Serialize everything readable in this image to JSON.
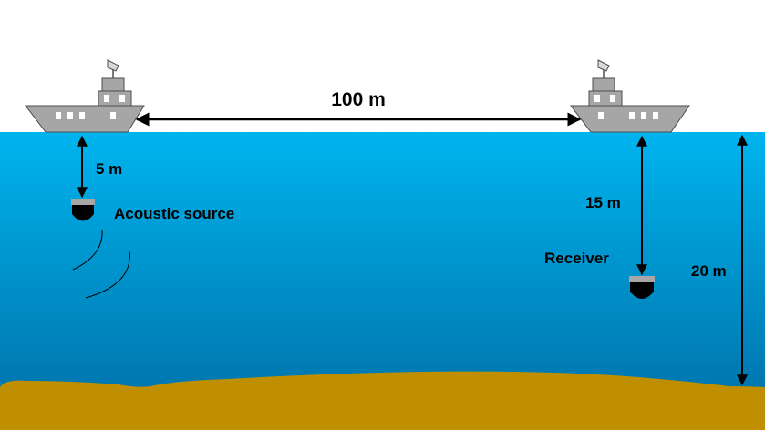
{
  "labels": {
    "ship_distance": "100 m",
    "source_depth": "5 m",
    "source_name": "Acoustic source",
    "receiver_depth": "15 m",
    "receiver_name": "Receiver",
    "water_depth": "20 m"
  },
  "colors": {
    "sky": "#ffffff",
    "water_top": "#00b4ee",
    "water_bottom": "#0073ab",
    "seabed": "#bf8f00",
    "ship_hull": "#a6a6a6",
    "ship_outline": "#4d4d4d",
    "device_body": "#000000",
    "device_cap": "#a6a6a6",
    "arrow": "#000000"
  },
  "icons": {
    "left_ship": "ship-icon",
    "right_ship": "ship-icon",
    "acoustic_source": "hydrophone-icon",
    "receiver": "hydrophone-icon"
  }
}
